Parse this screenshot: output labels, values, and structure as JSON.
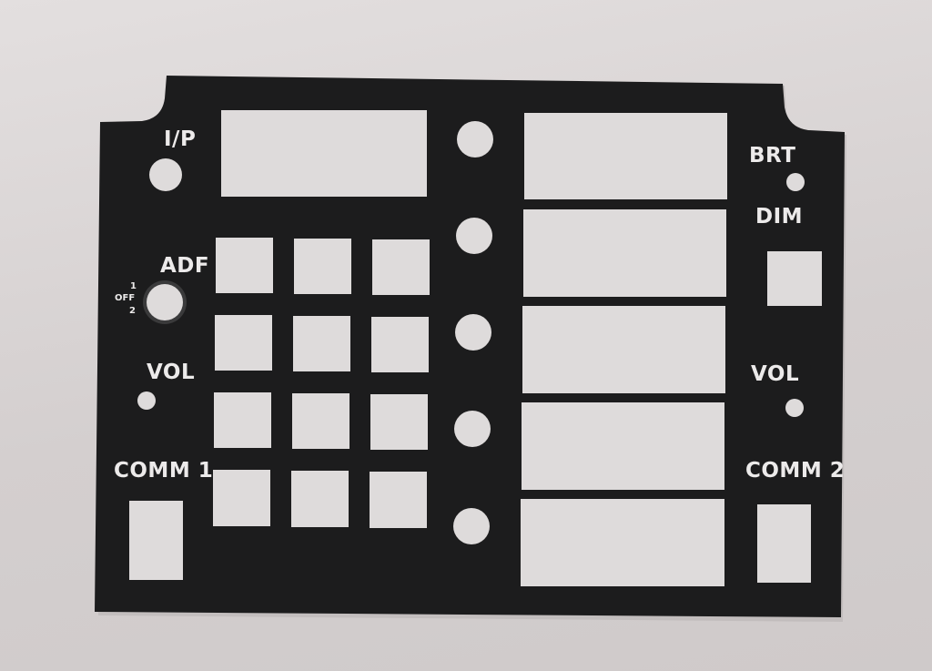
{
  "panel": {
    "body_color": "#1c1c1d",
    "cutout_color": "#dedbdb",
    "labels": {
      "ip": "I/P",
      "adf": "ADF",
      "adf_pos_1": "1",
      "adf_pos_off": "OFF",
      "adf_pos_2": "2",
      "vol_left": "VOL",
      "comm1": "COMM 1",
      "brt": "BRT",
      "dim": "DIM",
      "vol_right": "VOL",
      "comm2": "COMM 2"
    }
  }
}
